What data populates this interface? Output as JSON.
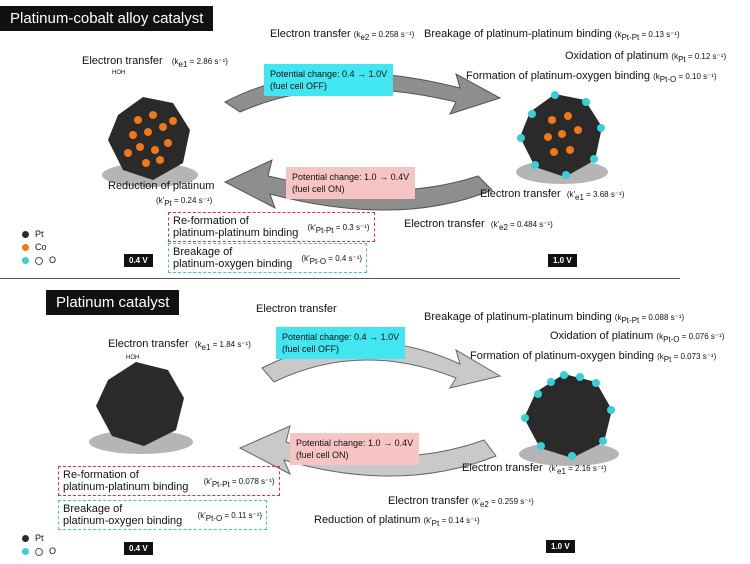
{
  "top": {
    "title": "Platinum-cobalt alloy catalyst",
    "et_left": "Electron transfer",
    "et_left_sym": "(k",
    "et_left_sub": "e1",
    "et_left_val": " = 2.86 s⁻¹)",
    "et_top": "Electron transfer",
    "et_top_k": "(k",
    "et_top_sub": "e2",
    "et_top_val": " = 0.258 s⁻¹)",
    "break_pt": "Breakage of platinum-platinum binding",
    "break_pt_k": "(k",
    "break_pt_sub": "Pt-Pt",
    "break_pt_val": " = 0.13 s⁻¹)",
    "ox_pt": "Oxidation of platinum",
    "ox_pt_k": "(k",
    "ox_pt_sub": "Pt",
    "ox_pt_val": " = 0.12 s⁻¹)",
    "form_po": "Formation of platinum-oxygen binding",
    "form_po_k": "(k",
    "form_po_sub": "Pt-O",
    "form_po_val": " = 0.10 s⁻¹)",
    "pot_off_1": "Potential change: 0.4 → 1.0V",
    "pot_off_2": "(fuel cell OFF)",
    "pot_on_1": "Potential change: 1.0 → 0.4V",
    "pot_on_2": "(fuel cell ON)",
    "red_pt": "Reduction of platinum",
    "red_pt_k": "(k'",
    "red_pt_sub": "Pt",
    "red_pt_val": " = 0.24 s⁻¹)",
    "et_right": "Electron transfer",
    "et_right_k": "(k'",
    "et_right_sub": "e1",
    "et_right_val": " = 3.68 s⁻¹)",
    "et_bottom": "Electron transfer",
    "et_bottom_k": "(k'",
    "et_bottom_sub": "e2",
    "et_bottom_val": " = 0.484 s⁻¹)",
    "reform_1": "Re-formation of",
    "reform_2": "platinum-platinum binding",
    "reform_k": "(k'",
    "reform_sub": "Pt-Pt",
    "reform_val": " = 0.3 s⁻¹)",
    "breako_1": "Breakage of",
    "breako_2": "platinum-oxygen binding",
    "breako_k": "(k'",
    "breako_sub": "Pt-O",
    "breako_val": " = 0.4 s⁻¹)",
    "v_left": "0.4 V",
    "v_right": "1.0 V",
    "legend": [
      {
        "label": "Pt"
      },
      {
        "label": "Co"
      },
      {
        "label": "O"
      }
    ]
  },
  "bottom": {
    "title": "Platinum catalyst",
    "et_top": "Electron transfer",
    "et_left": "Electron transfer",
    "et_left_k": "(k",
    "et_left_sub": "e1",
    "et_left_val": " = 1.84 s⁻¹)",
    "break_pt": "Breakage of platinum-platinum binding",
    "break_pt_k": "(k",
    "break_pt_sub": "Pt-Pt",
    "break_pt_val": " = 0.088 s⁻¹)",
    "ox_pt": "Oxidation of platinum",
    "ox_pt_k": "(k",
    "ox_pt_sub": "Pt-O",
    "ox_pt_val": " = 0.076 s⁻¹)",
    "form_po": "Formation of platinum-oxygen binding",
    "form_po_k": "(k",
    "form_po_sub": "Pt",
    "form_po_val": " = 0.073 s⁻¹)",
    "pot_off_1": "Potential change: 0.4 → 1.0V",
    "pot_off_2": "(fuel cell OFF)",
    "pot_on_1": "Potential change: 1.0 → 0.4V",
    "pot_on_2": "(fuel cell ON)",
    "et_right": "Electron transfer",
    "et_right_k": "(k'",
    "et_right_sub": "e1",
    "et_right_val": " = 2.16 s⁻¹)",
    "et_bottom": "Electron transfer",
    "et_bottom_k": "(k'",
    "et_bottom_sub": "e2",
    "et_bottom_val": " = 0.259 s⁻¹)",
    "red_pt": "Reduction of platinum",
    "red_pt_k": "(k'",
    "red_pt_sub": "Pt",
    "red_pt_val": " = 0.14 s⁻¹)",
    "reform_1": "Re-formation of",
    "reform_2": "platinum-platinum binding",
    "reform_k": "(k'",
    "reform_sub": "Pt-Pt",
    "reform_val": " = 0.078 s⁻¹)",
    "breako_1": "Breakage of",
    "breako_2": "platinum-oxygen binding",
    "breako_k": "(k'",
    "breako_sub": "Pt-O",
    "breako_val": " = 0.11 s⁻¹)",
    "v_left": "0.4 V",
    "v_right": "1.0 V",
    "legend": [
      {
        "label": "Pt"
      },
      {
        "label": "O"
      }
    ]
  },
  "molecule_label_top": "H",
  "molecule_label_o": "O",
  "colors": {
    "pt": "#2a2a2a",
    "co": "#f07818",
    "o": "#38d0d8",
    "blue_box": "#41e6f0",
    "pink_box": "#f7c4c4"
  }
}
